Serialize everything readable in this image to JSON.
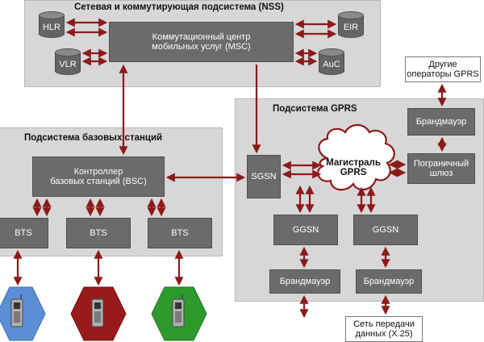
{
  "nss": {
    "title": "Сетевая и коммутирующая подсистема (NSS)",
    "hlr": "HLR",
    "vlr": "VLR",
    "eir": "EIR",
    "auc": "AuC",
    "msc_line1": "Коммутационный центр",
    "msc_line2": "мобильных услуг (MSC)"
  },
  "bss": {
    "title": "Подсистема базовых станций",
    "bsc_line1": "Контроллер",
    "bsc_line2": "базовых станций (BSC)",
    "bts": [
      "BTS",
      "BTS",
      "BTS"
    ]
  },
  "gprs": {
    "title": "Подсистема GPRS",
    "sgsn": "SGSN",
    "backbone_line1": "Магистраль",
    "backbone_line2": "GPRS",
    "ggsn": [
      "GGSN",
      "GGSN"
    ],
    "firewall_top": "Брандмауэр",
    "firewalls_bottom": [
      "Брандмауэр",
      "Брандмауэр"
    ],
    "border_gw_line1": "Пограничный",
    "border_gw_line2": "шлюз"
  },
  "external": {
    "other_ops_line1": "Другие",
    "other_ops_line2": "операторы GPRS",
    "x25_line1": "Сеть передачи",
    "x25_line2": "данных (X.25)"
  },
  "colors": {
    "panel": "#d7d7d7",
    "box": "#6b6b6b",
    "arrow": "#8b1a1a",
    "cell_blue": "#5b8fd6",
    "cell_red": "#9a1a1a",
    "cell_green": "#2e9a2e"
  },
  "icons": [
    "mobile-phone-icon",
    "mobile-phone-icon",
    "mobile-phone-icon"
  ]
}
